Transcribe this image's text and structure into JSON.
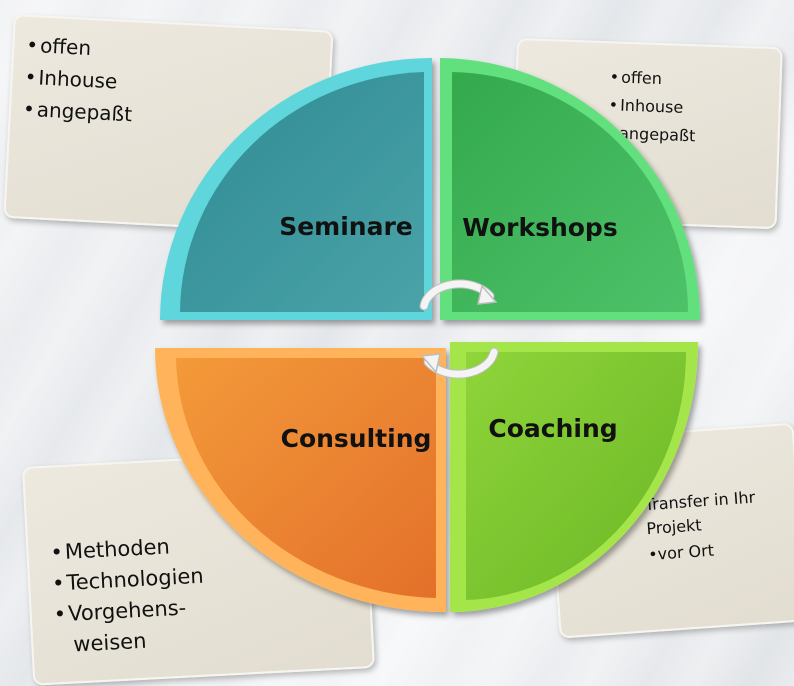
{
  "boxes": {
    "top_left": {
      "items": [
        "offen",
        "Inhouse",
        "angepaßt"
      ]
    },
    "top_right": {
      "items": [
        "offen",
        "Inhouse",
        "angepaßt"
      ]
    },
    "bottom_left": {
      "items": [
        "Methoden",
        "Technologien",
        "Vorgehens-",
        "weisen"
      ]
    },
    "bottom_right": {
      "line1": "Transfer in Ihr",
      "line2": "Projekt",
      "item": "vor Ort"
    }
  },
  "quadrants": {
    "top_left": {
      "label": "Seminare",
      "color": "#3a8f95"
    },
    "top_right": {
      "label": "Workshops",
      "color": "#3fb257"
    },
    "bottom_left": {
      "label": "Consulting",
      "color": "#f07a2f"
    },
    "bottom_right": {
      "label": "Coaching",
      "color": "#7cc02d"
    }
  },
  "center_icon": "cycle-arrows-icon"
}
